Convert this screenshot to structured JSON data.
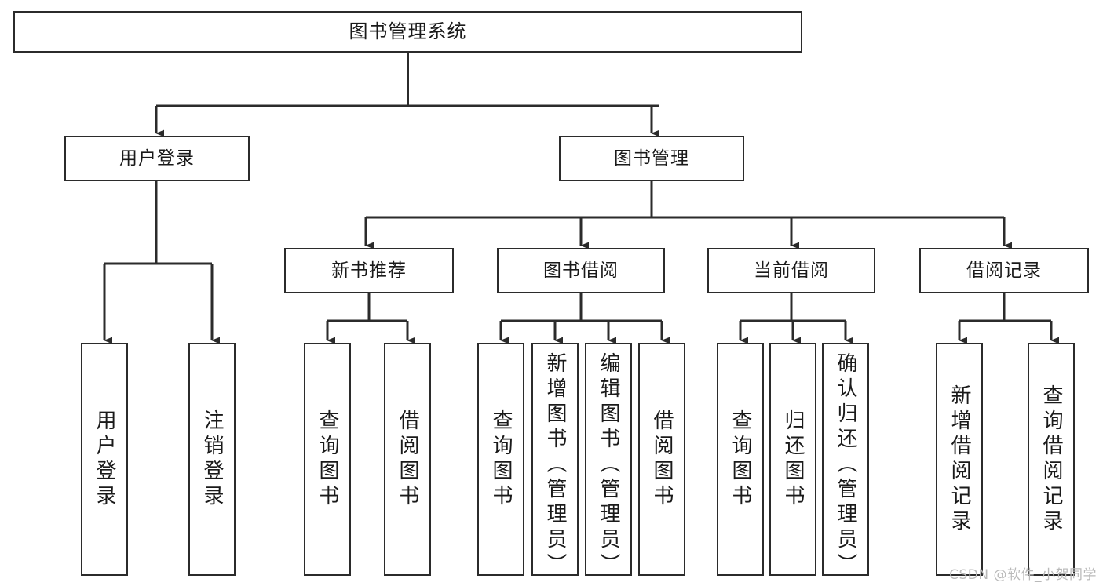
{
  "diagram": {
    "type": "tree-hierarchy",
    "title": "图书管理系统",
    "orientation": "top-down",
    "style": {
      "box_fill": "#ffffff",
      "box_stroke": "#2b2b2b",
      "edge_color": "#2b2b2b",
      "text_color": "#1a1a1a",
      "background": "#ffffff"
    },
    "root": {
      "label": "图书管理系统"
    },
    "level2": [
      {
        "label": "用户登录"
      },
      {
        "label": "图书管理"
      }
    ],
    "level3": [
      {
        "label": "新书推荐"
      },
      {
        "label": "图书借阅"
      },
      {
        "label": "当前借阅"
      },
      {
        "label": "借阅记录"
      }
    ],
    "leaves": {
      "user_login": [
        {
          "label": "用户登录"
        },
        {
          "label": "注销登录"
        }
      ],
      "new_book_recommend": [
        {
          "label": "查询图书"
        },
        {
          "label": "借阅图书"
        }
      ],
      "book_borrow": [
        {
          "label": "查询图书"
        },
        {
          "label": "新增图书（管理员）"
        },
        {
          "label": "编辑图书（管理员）"
        },
        {
          "label": "借阅图书"
        }
      ],
      "current_borrow": [
        {
          "label": "查询图书"
        },
        {
          "label": "归还图书"
        },
        {
          "label": "确认归还（管理员）"
        }
      ],
      "borrow_record": [
        {
          "label": "新增借阅记录"
        },
        {
          "label": "查询借阅记录"
        }
      ]
    }
  },
  "watermark": {
    "text": "CSDN @软件_小贺同学"
  }
}
